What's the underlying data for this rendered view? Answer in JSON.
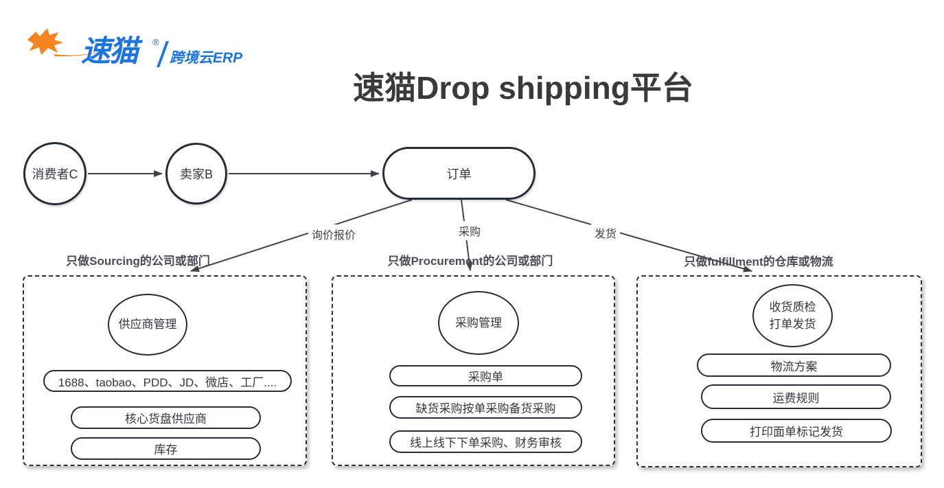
{
  "logo": {
    "brand": "速猫",
    "registered": "®",
    "product": "跨境云ERP",
    "brand_color": "#1b74e0",
    "cat_color": "#f5831f"
  },
  "title": "速猫Drop shipping平台",
  "flow_nodes": {
    "consumer": "消费者C",
    "seller": "卖家B",
    "order": "订单"
  },
  "edge_labels": {
    "inquiry": "询价报价",
    "purchase": "采购",
    "ship": "发货"
  },
  "sections": [
    {
      "label": "只做Sourcing的公司或部门",
      "hub": "供应商管理",
      "items": [
        "1688、taobao、PDD、JD、微店、工厂....",
        "核心货盘供应商",
        "库存"
      ]
    },
    {
      "label": "只做Procurement的公司或部门",
      "hub": "采购管理",
      "items": [
        "采购单",
        "缺货采购按单采购备货采购",
        "线上线下下单采购、财务审核"
      ]
    },
    {
      "label": "只做fulfillment的仓库或物流",
      "hub": "收货质检\n打单发货",
      "items": [
        "物流方案",
        "运费规则",
        "打印面单标记发货"
      ]
    }
  ],
  "colors": {
    "background": "#ffffff",
    "stroke": "#2a303a",
    "arrow": "#3f444b",
    "text": "#33373d",
    "title_text": "#3a3a3a"
  }
}
